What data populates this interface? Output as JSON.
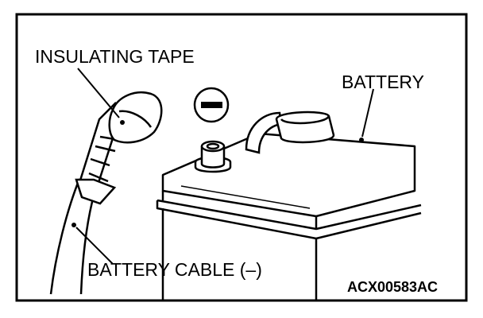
{
  "diagram": {
    "labels": {
      "insulating_tape": "INSULATING TAPE",
      "battery": "BATTERY",
      "battery_cable": "BATTERY CABLE (–)",
      "figure_code": "ACX00583AC"
    },
    "negative_symbol": "minus-sign-icon",
    "colors": {
      "ink": "#000000",
      "paper": "#ffffff"
    }
  }
}
